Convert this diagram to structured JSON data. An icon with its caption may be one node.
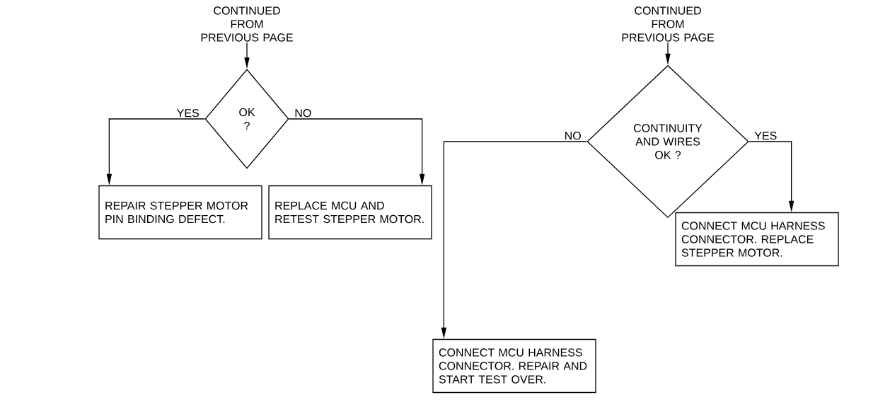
{
  "diagram": {
    "nodes": [
      {
        "text": [
          "CONTINUED FROM PREVIOUS PAGE"
        ]
      },
      {
        "text": [
          "OK ?"
        ]
      },
      {
        "text": [
          "REPAIR STEPPER MOTOR PIN BINDING DEFECT."
        ]
      },
      {
        "text": [
          "REPLACE MCU AND RETEST STEPPER MOTOR."
        ]
      },
      {
        "text": [
          "CONTINUED FROM PREVIOUS PAGE"
        ]
      },
      {
        "text": [
          "CONTINUITY AND WIRES OK ?"
        ]
      },
      {
        "text": [
          "CONNECT MCU HARNESS CONNECTOR. REPAIR AND START TEST OVER."
        ]
      },
      {
        "text": [
          "CONNECT MCU HARNESS CONNECTOR. REPLACE STEPPER MOTOR."
        ]
      }
    ],
    "edges": [
      {
        "from": 0,
        "to": 1,
        "arrow": "to"
      },
      {
        "from": 1,
        "to": 2,
        "arrow": "to",
        "label": "YES"
      },
      {
        "from": 1,
        "to": 3,
        "arrow": "to",
        "label": "NO"
      },
      {
        "from": 4,
        "to": 5,
        "arrow": "to"
      },
      {
        "from": 5,
        "to": 6,
        "arrow": "to",
        "label": "NO"
      },
      {
        "from": 5,
        "to": 7,
        "arrow": "to",
        "label": "YES"
      }
    ]
  }
}
